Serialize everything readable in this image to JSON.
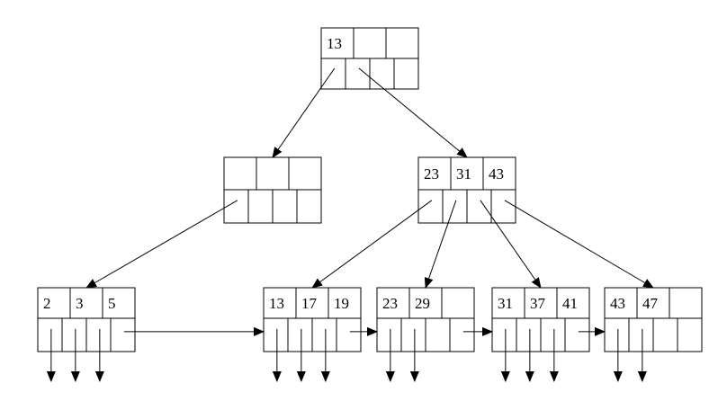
{
  "diagram": {
    "type": "b-plus-tree",
    "nodes": [
      {
        "id": "root",
        "level": "root",
        "keys": [
          "13",
          "",
          ""
        ]
      },
      {
        "id": "internal-left",
        "level": "internal",
        "keys": [
          "",
          "",
          ""
        ]
      },
      {
        "id": "internal-right",
        "level": "internal",
        "keys": [
          "23",
          "31",
          "43"
        ]
      },
      {
        "id": "leaf-1",
        "level": "leaf",
        "keys": [
          "2",
          "3",
          "5"
        ]
      },
      {
        "id": "leaf-2",
        "level": "leaf",
        "keys": [
          "13",
          "17",
          "19"
        ]
      },
      {
        "id": "leaf-3",
        "level": "leaf",
        "keys": [
          "23",
          "29",
          ""
        ]
      },
      {
        "id": "leaf-4",
        "level": "leaf",
        "keys": [
          "31",
          "37",
          "41"
        ]
      },
      {
        "id": "leaf-5",
        "level": "leaf",
        "keys": [
          "43",
          "47",
          ""
        ]
      }
    ],
    "edges": [
      {
        "from": "root",
        "pointer": 0,
        "to": "internal-left",
        "kind": "child"
      },
      {
        "from": "root",
        "pointer": 1,
        "to": "internal-right",
        "kind": "child"
      },
      {
        "from": "internal-left",
        "pointer": 0,
        "to": "leaf-1",
        "kind": "child"
      },
      {
        "from": "internal-right",
        "pointer": 0,
        "to": "leaf-2",
        "kind": "child"
      },
      {
        "from": "internal-right",
        "pointer": 1,
        "to": "leaf-3",
        "kind": "child"
      },
      {
        "from": "internal-right",
        "pointer": 2,
        "to": "leaf-4",
        "kind": "child"
      },
      {
        "from": "internal-right",
        "pointer": 3,
        "to": "leaf-5",
        "kind": "child"
      },
      {
        "from": "leaf-1",
        "pointer": 3,
        "to": "leaf-2",
        "kind": "sibling"
      },
      {
        "from": "leaf-2",
        "pointer": 3,
        "to": "leaf-3",
        "kind": "sibling"
      },
      {
        "from": "leaf-3",
        "pointer": 3,
        "to": "leaf-4",
        "kind": "sibling"
      },
      {
        "from": "leaf-4",
        "pointer": 3,
        "to": "leaf-5",
        "kind": "sibling"
      }
    ],
    "leaf_record_pointers": [
      {
        "node": "leaf-1",
        "count": 3
      },
      {
        "node": "leaf-2",
        "count": 3
      },
      {
        "node": "leaf-3",
        "count": 2
      },
      {
        "node": "leaf-4",
        "count": 3
      },
      {
        "node": "leaf-5",
        "count": 2
      }
    ],
    "colors": {
      "stroke": "#000000",
      "background": "#ffffff"
    }
  }
}
